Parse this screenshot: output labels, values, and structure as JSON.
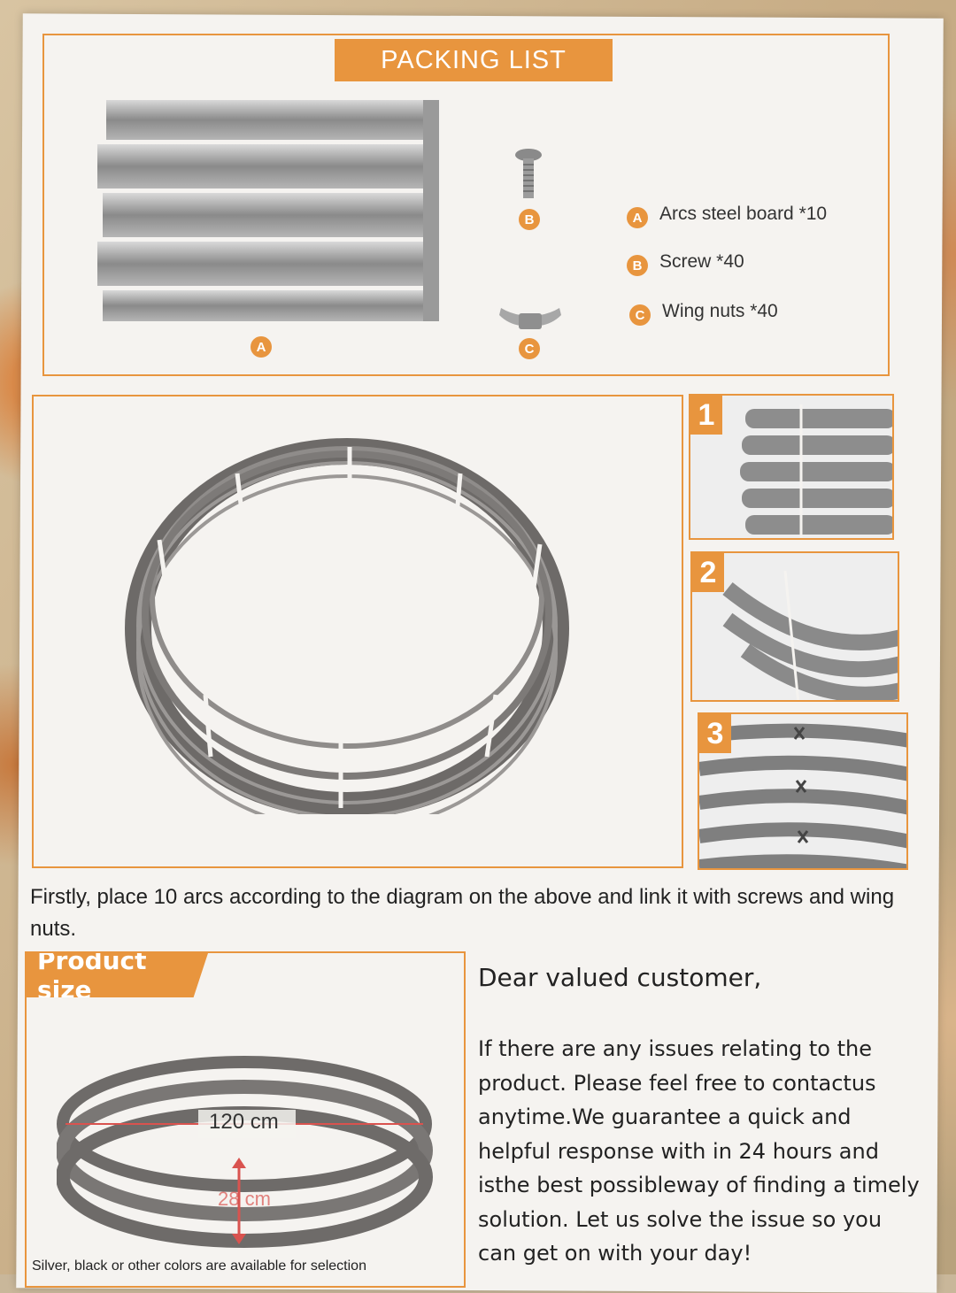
{
  "packing_list": {
    "title": "PACKING LIST",
    "part_labels": {
      "a": "A",
      "b": "B",
      "c": "C"
    },
    "items": [
      {
        "badge": "A",
        "text": "Arcs steel board *10"
      },
      {
        "badge": "B",
        "text": "Screw *40"
      },
      {
        "badge": "C",
        "text": "Wing nuts *40"
      }
    ]
  },
  "steps": [
    "1",
    "2",
    "3"
  ],
  "instruction": "Firstly, place 10 arcs according to the diagram on the above and link it with screws and wing nuts.",
  "product_size": {
    "title": "Product size",
    "diameter": "120 cm",
    "height": "28 cm",
    "footnote": "Silver, black or other colors are available for selection"
  },
  "customer_note": {
    "greeting": "Dear valued customer,",
    "body": "If there are any issues relating to the product. Please feel free to contactus anytime.We guarantee a quick and helpful response with in 24 hours and isthe best possibleway of finding a timely solution. Let us solve the issue so you can get on with your day!"
  },
  "colors": {
    "accent": "#e8953e",
    "metal": "#8a8a8a",
    "paper": "#f5f3f0"
  }
}
